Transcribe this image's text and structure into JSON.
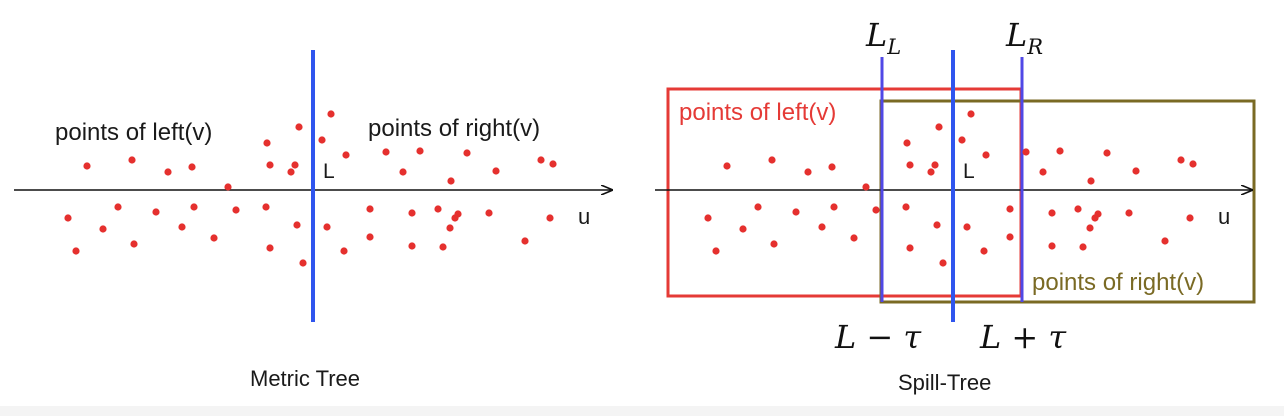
{
  "metric_tree": {
    "caption": "Metric Tree",
    "left_label": "points of left(v)",
    "right_label": "points of right(v)",
    "split_label": "L",
    "axis_label": "u"
  },
  "spill_tree": {
    "caption": "Spill-Tree",
    "left_label": "points of left(v)",
    "right_label": "points of right(v)",
    "split_label": "L",
    "axis_label": "u",
    "LL_base": "L",
    "LL_sub": "L",
    "LR_base": "L",
    "LR_sub": "R",
    "lower_left_label": "L − τ",
    "lower_right_label": "L + τ"
  },
  "colors": {
    "point": "#e5302e",
    "split_line": "#2f55ee",
    "bound_line": "#5048e6",
    "left_box": "#e53a36",
    "right_box": "#7a6a24",
    "axis": "#111111"
  }
}
